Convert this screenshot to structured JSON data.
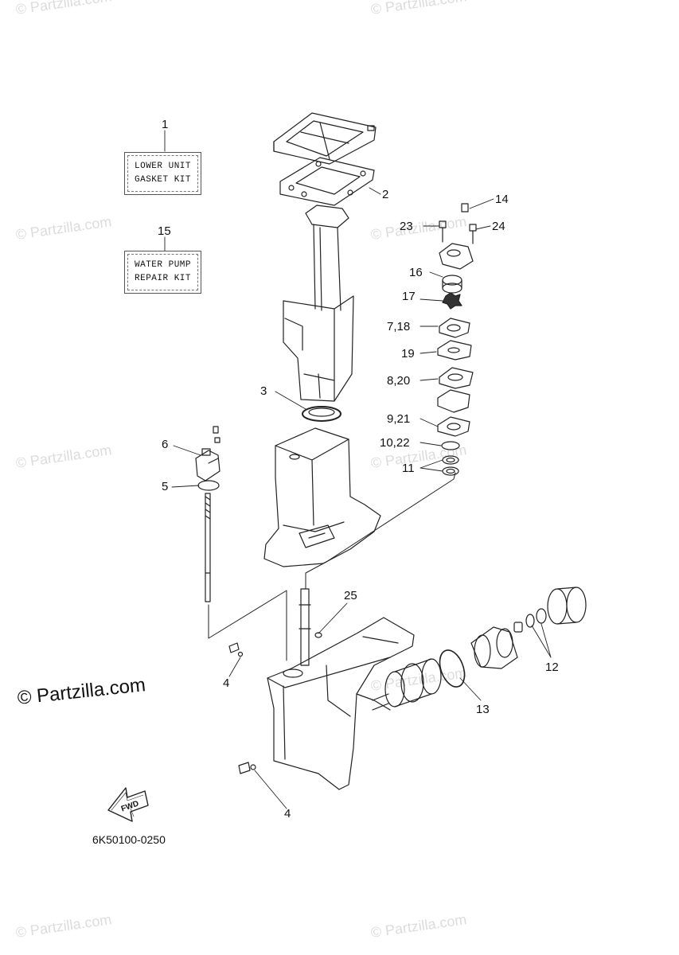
{
  "watermark": "© Partzilla.com",
  "watermark_main": "© Partzilla.com",
  "diagram_code": "6K50100-0250",
  "fwd_label": "FWD",
  "kits": [
    {
      "callout": "1",
      "line1": "LOWER UNIT",
      "line2": "GASKET KIT"
    },
    {
      "callout": "15",
      "line1": "WATER PUMP",
      "line2": "REPAIR KIT"
    }
  ],
  "callouts": {
    "c2": "2",
    "c3": "3",
    "c4a": "4",
    "c4b": "4",
    "c5": "5",
    "c6": "6",
    "c7": "7,18",
    "c8": "8,20",
    "c9": "9,21",
    "c10": "10,22",
    "c11": "11",
    "c12": "12",
    "c13": "13",
    "c14": "14",
    "c16": "16",
    "c17": "17",
    "c19": "19",
    "c23": "23",
    "c24": "24",
    "c25": "25"
  }
}
